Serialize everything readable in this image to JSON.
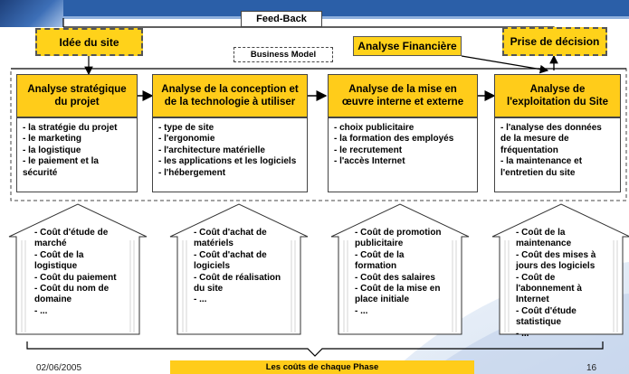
{
  "header": {
    "feedback_label": "Feed-Back",
    "idea_label": "Idée du site",
    "business_model_label": "Business Model",
    "financial_label": "Analyse Financière",
    "decision_label": "Prise de décision"
  },
  "phases": [
    {
      "title": "Analyse stratégique du projet",
      "items": [
        "- la stratégie du projet",
        "- le marketing",
        "- la logistique",
        "- le paiement et la sécurité"
      ],
      "costs": [
        "- Coût d'étude de marché",
        "- Coût de la logistique",
        "- Coût du paiement",
        "- Coût du nom de domaine",
        "- ..."
      ]
    },
    {
      "title": "Analyse de la conception et de la technologie à utiliser",
      "items": [
        "- type de site",
        "- l'ergonomie",
        "- l'architecture matérielle",
        "- les applications et les logiciels",
        "- l'hébergement"
      ],
      "costs": [
        "- Coût d'achat de matériels",
        "- Coût d'achat de logiciels",
        "- Coût de réalisation du site",
        "- ..."
      ]
    },
    {
      "title": "Analyse de la mise en œuvre interne et externe",
      "items": [
        "- choix publicitaire",
        "- la formation des employés",
        "- le recrutement",
        "- l'accès Internet"
      ],
      "costs": [
        "- Coût de promotion publicitaire",
        "- Coût de la formation",
        "- Coût des salaires",
        "- Coût de la mise en place initiale",
        "- ..."
      ]
    },
    {
      "title": "Analyse de l'exploitation du Site",
      "items": [
        "- l'analyse des données de la mesure de fréquentation",
        "- la maintenance et l'entretien du site"
      ],
      "costs": [
        "- Coût de la maintenance",
        "- Coût des mises à jours des logiciels",
        "- Coût de l'abonnement à Internet",
        "- Coût d'étude statistique",
        "- ..."
      ]
    }
  ],
  "footer": {
    "date": "02/06/2005",
    "caption": "Les coûts de chaque Phase",
    "page": "16"
  },
  "colors": {
    "accent_yellow": "#ffcc1a",
    "header_blue": "#2b5fa8"
  }
}
